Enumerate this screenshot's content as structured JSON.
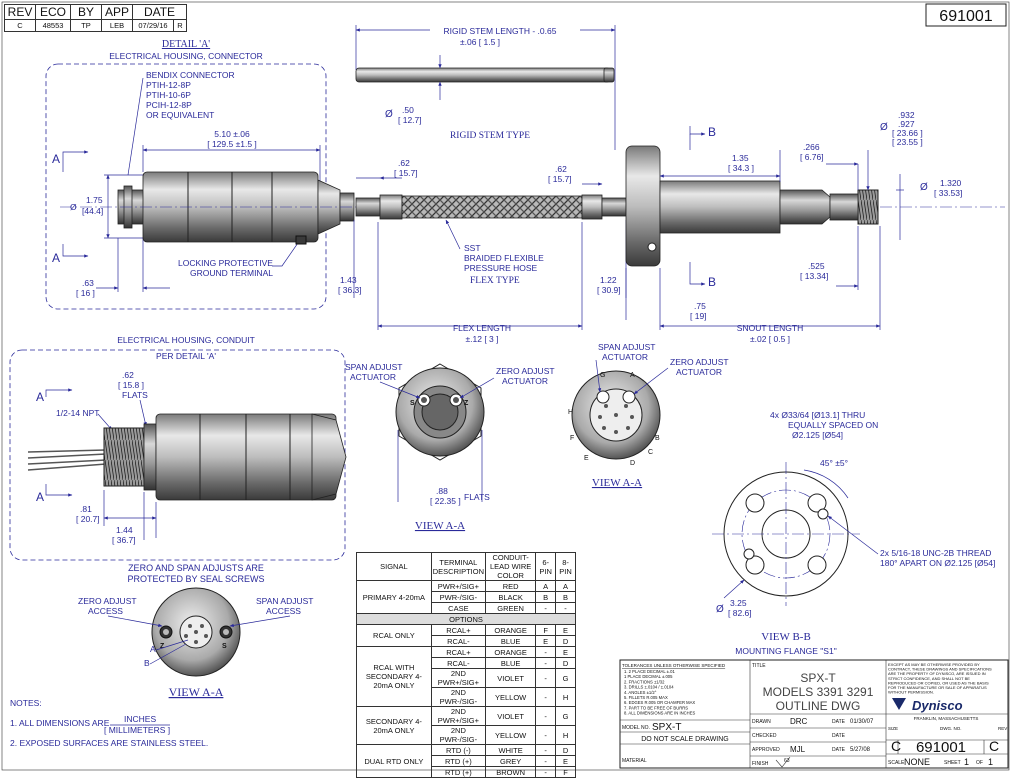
{
  "rev_block": {
    "headers": [
      "REV",
      "ECO",
      "BY",
      "APP",
      "DATE"
    ],
    "row": [
      "C",
      "48553",
      "TP",
      "LEB",
      "07/29/16",
      "R"
    ]
  },
  "drawing_number": "691001",
  "detail_a": {
    "title": "DETAIL 'A'",
    "subtitle": "ELECTRICAL HOUSING, CONNECTOR",
    "connector_lines": [
      "BENDIX CONNECTOR",
      "PTIH-12-8P",
      "PTIH-10-6P",
      "PCIH-12-8P",
      "OR EQUIVALENT"
    ],
    "length_dim": "5.10 ±.06",
    "length_dim_mm": "[ 129.5 ±1.5 ]",
    "dia": "1.75",
    "dia_mm": "[44.4]",
    "dim_63": ".63",
    "dim_63_mm": "[ 16 ]",
    "ground_label": [
      "LOCKING PROTECTIVE",
      "GROUND TERMINAL"
    ],
    "section_a": "A"
  },
  "rigid_stem": {
    "length_label": "RIGID STEM LENGTH - .0.65",
    "length_tol": "±.06 [ 1.5 ]",
    "dia": ".50",
    "dia_mm": "[ 12.7]",
    "type_label": "RIGID STEM TYPE"
  },
  "flex": {
    "dim_62_left": ".62",
    "dim_62_left_mm": "[ 15.7]",
    "dim_62_right": ".62",
    "dim_62_right_mm": "[ 15.7]",
    "hose_label": [
      "SST",
      "BRAIDED FLEXIBLE",
      "PRESSURE HOSE"
    ],
    "type_label": "FLEX TYPE",
    "dim_143": "1.43",
    "dim_143_mm": "[ 36.3]",
    "dim_122": "1.22",
    "dim_122_mm": "[ 30.9]",
    "flex_length": "FLEX LENGTH",
    "flex_tol": "±.12 [ 3 ]"
  },
  "snout": {
    "b_label": "B",
    "dim_135": "1.35",
    "dim_135_mm": "[ 34.3 ]",
    "dim_266": ".266",
    "dim_266_mm": "[ 6.76]",
    "dia_932": ".932",
    "dia_927": ".927",
    "dia_2366": "[ 23.66 ]",
    "dia_2355": "[ 23.55 ]",
    "dia_1320": "1.320",
    "dia_1320_mm": "[ 33.53]",
    "dim_525": ".525",
    "dim_525_mm": "[ 13.34]",
    "dim_75": ".75",
    "dim_75_mm": "[ 19]",
    "snout_length": "SNOUT LENGTH",
    "snout_tol": "±.02 [ 0.5 ]"
  },
  "conduit": {
    "title": "ELECTRICAL HOUSING, CONDUIT",
    "subtitle": "PER DETAIL 'A'",
    "npt": "1/2-14 NPT",
    "flats": ".62",
    "flats_mm": "[ 15.8 ]",
    "flats_label": "FLATS",
    "dim_81": ".81",
    "dim_81_mm": "[ 20.7]",
    "dim_144": "1.44",
    "dim_144_mm": "[ 36.7]"
  },
  "view_aa_center": {
    "span_label": [
      "SPAN ADJUST",
      "ACTUATOR"
    ],
    "zero_label": [
      "ZERO ADJUST",
      "ACTUATOR"
    ],
    "flats": ".88",
    "flats_mm": "[ 22.35 ]",
    "flats_label": "FLATS",
    "title": "VIEW A-A"
  },
  "view_aa_right": {
    "span_label": [
      "SPAN ADJUST",
      "ACTUATOR"
    ],
    "zero_label": [
      "ZERO ADJUST",
      "ACTUATOR"
    ],
    "pins": [
      "G",
      "A",
      "H",
      "B",
      "F",
      "C",
      "E",
      "D"
    ],
    "title": "VIEW A-A"
  },
  "view_aa_bottom": {
    "note": [
      "ZERO AND SPAN ADJUSTS ARE",
      "PROTECTED BY SEAL SCREWS"
    ],
    "zero_label": [
      "ZERO ADJUST",
      "ACCESS"
    ],
    "span_label": [
      "SPAN ADJUST",
      "ACCESS"
    ],
    "pins": [
      "A",
      "B"
    ],
    "title": "VIEW A-A"
  },
  "view_bb": {
    "holes_note": [
      "4x Ø33/64 [Ø13.1] THRU",
      "EQUALLY SPACED ON",
      "Ø2.125 [Ø54]"
    ],
    "angle": "45° ±5°",
    "thread_note": [
      "2x 5/16-18 UNC-2B THREAD",
      "180° APART ON Ø2.125 [Ø54]"
    ],
    "dia": "3.25",
    "dia_mm": "[ 82.6]",
    "title": "VIEW B-B",
    "subtitle": "MOUNTING FLANGE \"S1\""
  },
  "notes": {
    "heading": "NOTES:",
    "note1_prefix": "1. ALL DIMENSIONS ARE",
    "note1_units": "INCHES",
    "note1_units2": "[ MILLIMETERS ]",
    "note2": "2. EXPOSED SURFACES ARE STAINLESS STEEL."
  },
  "signal_table": {
    "headers": [
      "SIGNAL",
      "TERMINAL DESCRIPTION",
      "CONDUIT-LEAD WIRE COLOR",
      "6-PIN",
      "8-PIN"
    ],
    "options_label": "OPTIONS",
    "groups": [
      {
        "signal": "PRIMARY 4-20mA",
        "rows": [
          [
            "PWR+/SIG+",
            "RED",
            "A",
            "A"
          ],
          [
            "PWR-/SIG-",
            "BLACK",
            "B",
            "B"
          ],
          [
            "CASE",
            "GREEN",
            "-",
            "-"
          ]
        ]
      },
      {
        "signal": "RCAL ONLY",
        "rows": [
          [
            "RCAL+",
            "ORANGE",
            "F",
            "E"
          ],
          [
            "RCAL-",
            "BLUE",
            "E",
            "D"
          ]
        ]
      },
      {
        "signal": "RCAL WITH SECONDARY 4-20mA ONLY",
        "rows": [
          [
            "RCAL+",
            "ORANGE",
            "-",
            "E"
          ],
          [
            "RCAL-",
            "BLUE",
            "-",
            "D"
          ],
          [
            "2ND PWR+/SIG+",
            "VIOLET",
            "-",
            "G"
          ],
          [
            "2ND PWR-/SIG-",
            "YELLOW",
            "-",
            "H"
          ]
        ]
      },
      {
        "signal": "SECONDARY 4-20mA ONLY",
        "rows": [
          [
            "2ND PWR+/SIG+",
            "VIOLET",
            "-",
            "G"
          ],
          [
            "2ND PWR-/SIG-",
            "YELLOW",
            "-",
            "H"
          ]
        ]
      },
      {
        "signal": "DUAL RTD ONLY",
        "rows": [
          [
            "RTD (-)",
            "WHITE",
            "-",
            "D"
          ],
          [
            "RTD (+)",
            "GREY",
            "-",
            "E"
          ],
          [
            "RTD (+)",
            "BROWN",
            "-",
            "F"
          ]
        ]
      }
    ]
  },
  "title_block": {
    "tol_heading": "TOLERANCES UNLESS OTHERWISE SPECIFIED",
    "tol_lines": [
      "1. 2 PLACE DECIMAL ±.01",
      "   1 PLACE DECIMAL ±.005",
      "2. FRACTIONS ±1/32",
      "3. DRILLS ±.0104 / ±.0104",
      "4. ANGLES ±1/2°",
      "5. FILLETS R.005 MAX",
      "6. EDGES R.005 OR CHAMFER MAX",
      "7. PART TO BE FREE OF BURRS",
      "8. ALL DIMENSIONS ARE IN INCHES"
    ],
    "model_no_label": "MODEL NO.",
    "model_no": "SPX-T",
    "no_scale": "DO NOT SCALE DRAWING",
    "material_label": "MATERIAL",
    "title_label": "TITLE",
    "title_lines": [
      "SPX-T",
      "MODELS 3391 3291",
      "OUTLINE DWG"
    ],
    "drawn_label": "DRAWN",
    "drawn": "DRC",
    "drawn_date_label": "DATE",
    "drawn_date": "01/30/07",
    "checked_label": "CHECKED",
    "checked_date_label": "DATE",
    "approved_label": "APPROVED",
    "approved": "MJL",
    "approved_date_label": "DATE",
    "approved_date": "5/27/08",
    "finish_label": "FINISH",
    "finish_val": "63",
    "rights_text": [
      "EXCEPT AS MAY BE OTHERWISE PROVIDED BY",
      "CONTRACT, THESE DRAWINGS AND SPECIFICATIONS",
      "ARE THE PROPERTY OF DYNISCO, ARE ISSUED IN",
      "STRICT CONFIDENCE, AND SHALL NOT BE",
      "REPRODUCED OR COPIED, OR USED AS THE BASIS",
      "FOR THE MANUFACTURE OR SALE OF APPARATUS",
      "WITHOUT PERMISSION."
    ],
    "company": "Dynisco",
    "location": "FRANKLIN, MASSACHUSETTS",
    "size_label": "SIZE",
    "size": "C",
    "dwg_no_label": "DWG. NO.",
    "dwg_no": "691001",
    "rev_label": "REV",
    "rev": "C",
    "scale_label": "SCALE",
    "scale": "NONE",
    "sheet_label": "SHEET",
    "sheet": "1",
    "of_label": "OF",
    "of": "1"
  }
}
